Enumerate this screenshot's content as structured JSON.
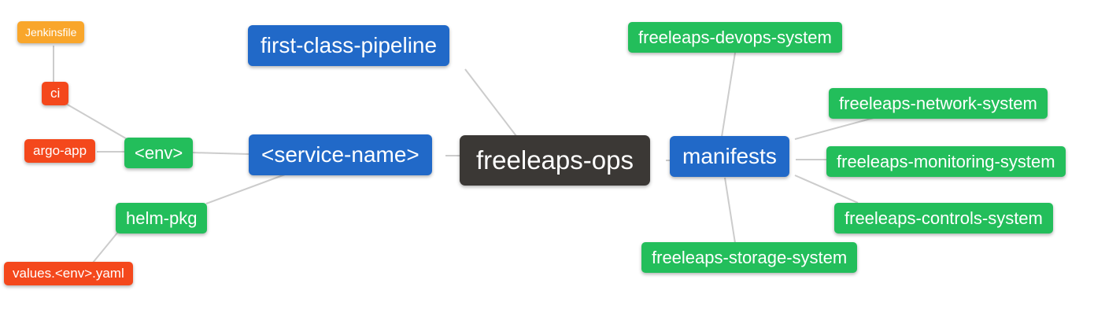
{
  "diagram_type": "mindmap",
  "colors": {
    "root_bg": "#3b3835",
    "branch_bg": "#2169c8",
    "group_bg": "#23be5b",
    "leaf_red_bg": "#f4481c",
    "leaf_orange_bg": "#f9a62b",
    "edge": "#cccccc",
    "text": "#ffffff",
    "background": "#ffffff"
  },
  "nodes": [
    {
      "id": "jenkinsfile",
      "label": "Jenkinsfile",
      "color": "orange",
      "parent": "ci"
    },
    {
      "id": "ci",
      "label": "ci",
      "color": "red",
      "parent": "env"
    },
    {
      "id": "argo-app",
      "label": "argo-app",
      "color": "red",
      "parent": "env"
    },
    {
      "id": "env",
      "label": "<env>",
      "color": "green",
      "parent": "service-name"
    },
    {
      "id": "helm-pkg",
      "label": "helm-pkg",
      "color": "green",
      "parent": "service-name"
    },
    {
      "id": "values-env-yaml",
      "label": "values.<env>.yaml",
      "color": "red",
      "parent": "helm-pkg"
    },
    {
      "id": "first-class-pipeline",
      "label": "first-class-pipeline",
      "color": "blue",
      "parent": "freeleaps-ops"
    },
    {
      "id": "service-name",
      "label": "<service-name>",
      "color": "blue",
      "parent": "freeleaps-ops"
    },
    {
      "id": "freeleaps-ops",
      "label": "freeleaps-ops",
      "color": "dark",
      "parent": null
    },
    {
      "id": "manifests",
      "label": "manifests",
      "color": "blue",
      "parent": "freeleaps-ops"
    },
    {
      "id": "devops-system",
      "label": "freeleaps-devops-system",
      "color": "green",
      "parent": "manifests"
    },
    {
      "id": "network-system",
      "label": "freeleaps-network-system",
      "color": "green",
      "parent": "manifests"
    },
    {
      "id": "monitoring-system",
      "label": "freeleaps-monitoring-system",
      "color": "green",
      "parent": "manifests"
    },
    {
      "id": "controls-system",
      "label": "freeleaps-controls-system",
      "color": "green",
      "parent": "manifests"
    },
    {
      "id": "storage-system",
      "label": "freeleaps-storage-system",
      "color": "green",
      "parent": "manifests"
    }
  ],
  "edges": [
    [
      "jenkinsfile",
      "ci"
    ],
    [
      "ci",
      "env"
    ],
    [
      "argo-app",
      "env"
    ],
    [
      "env",
      "service-name"
    ],
    [
      "helm-pkg",
      "service-name"
    ],
    [
      "helm-pkg",
      "values-env-yaml"
    ],
    [
      "service-name",
      "freeleaps-ops"
    ],
    [
      "first-class-pipeline",
      "freeleaps-ops"
    ],
    [
      "freeleaps-ops",
      "manifests"
    ],
    [
      "devops-system",
      "manifests"
    ],
    [
      "manifests",
      "network-system"
    ],
    [
      "manifests",
      "monitoring-system"
    ],
    [
      "manifests",
      "controls-system"
    ],
    [
      "manifests",
      "storage-system"
    ]
  ]
}
